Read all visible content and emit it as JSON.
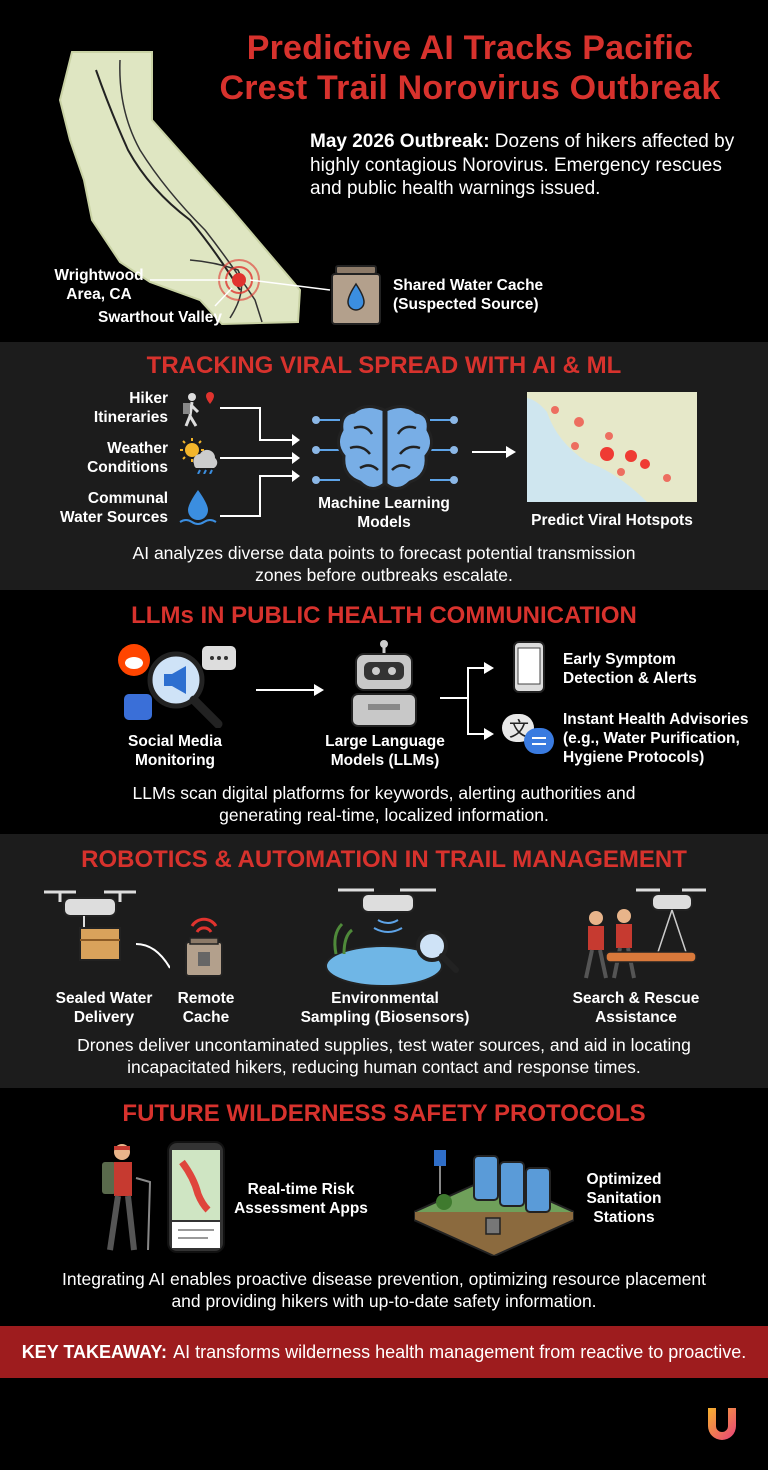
{
  "header": {
    "title_line1": "Predictive AI Tracks Pacific",
    "title_line2": "Crest Trail Norovirus Outbreak",
    "intro_bold": "May 2026 Outbreak:",
    "intro_text": " Dozens of hikers affected by highly contagious Norovirus. Emergency rescues and public health warnings issued."
  },
  "map": {
    "label_wrightwood_1": "Wrightwood",
    "label_wrightwood_2": "Area, CA",
    "label_swarthout": "Swarthout Valley",
    "label_cache_1": "Shared Water Cache",
    "label_cache_2": "(Suspected Source)"
  },
  "tracking": {
    "title": "TRACKING VIRAL SPREAD WITH AI & ML",
    "input1_l1": "Hiker",
    "input1_l2": "Itineraries",
    "input2_l1": "Weather",
    "input2_l2": "Conditions",
    "input3_l1": "Communal",
    "input3_l2": "Water Sources",
    "ml_l1": "Machine Learning",
    "ml_l2": "Models",
    "output": "Predict Viral Hotspots",
    "body_l1": "AI analyzes diverse data points to forecast potential transmission",
    "body_l2": "zones before outbreaks escalate."
  },
  "llm": {
    "title": "LLMs IN PUBLIC HEALTH COMMUNICATION",
    "social_l1": "Social Media",
    "social_l2": "Monitoring",
    "llm_l1": "Large Language",
    "llm_l2": "Models (LLMs)",
    "out1_l1": "Early Symptom",
    "out1_l2": "Detection & Alerts",
    "out2_l1": "Instant Health Advisories",
    "out2_l2": "(e.g., Water Purification,",
    "out2_l3": "Hygiene Protocols)",
    "body_l1": "LLMs scan digital platforms for keywords, alerting authorities and",
    "body_l2": "generating real-time, localized information."
  },
  "robotics": {
    "title": "ROBOTICS & AUTOMATION IN TRAIL MANAGEMENT",
    "item1_l1": "Sealed Water",
    "item1_l2": "Delivery",
    "item2_l1": "Remote",
    "item2_l2": "Cache",
    "item3_l1": "Environmental",
    "item3_l2": "Sampling (Biosensors)",
    "item4_l1": "Search & Rescue",
    "item4_l2": "Assistance",
    "body_l1": "Drones deliver uncontaminated supplies, test water sources, and aid in locating",
    "body_l2": "incapacitated hikers, reducing human contact and response times."
  },
  "future": {
    "title": "FUTURE WILDERNESS SAFETY PROTOCOLS",
    "app_l1": "Real-time Risk",
    "app_l2": "Assessment Apps",
    "san_l1": "Optimized",
    "san_l2": "Sanitation",
    "san_l3": "Stations",
    "body_l1": "Integrating AI enables proactive disease prevention, optimizing resource placement",
    "body_l2": "and providing hikers with up-to-date safety information."
  },
  "takeaway": {
    "bold": "KEY TAKEAWAY:",
    "text": "AI transforms wilderness health management from reactive to proactive."
  },
  "colors": {
    "accent_red": "#d7322d",
    "section_bg": "#1c1c1c",
    "takeaway_bg": "#9e1c1e"
  }
}
